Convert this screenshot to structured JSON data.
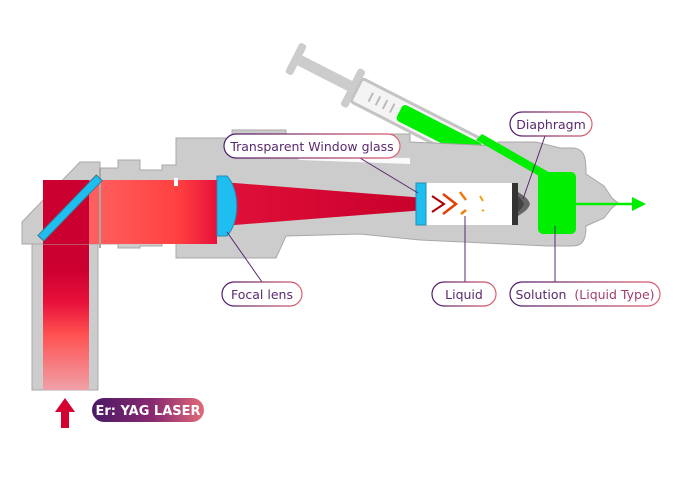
{
  "title": "Er:YAG laser handpiece with liquid solution (cross-section diagram)",
  "source": {
    "label": "Er: YAG LASER",
    "icon": "arrow-up-icon"
  },
  "labels": {
    "window_glass": "Transparent Window glass",
    "diaphragm": "Diaphragm",
    "focal_lens": "Focal lens",
    "liquid": "Liquid",
    "solution_main": "Solution",
    "solution_sub": "(Liquid Type)"
  },
  "colors": {
    "body": "#cccccc",
    "body_edge": "#a8a8a8",
    "laser_light": "#ff4b4b",
    "laser_dark": "#cc0033",
    "optic": "#1ebff0",
    "solution": "#00ee00",
    "label_start": "#4a1a6a",
    "label_end": "#e06070",
    "diaphragm": "#3a3a3a"
  }
}
